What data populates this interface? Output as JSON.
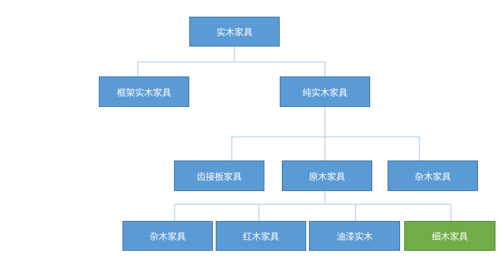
{
  "nodes": {
    "root": {
      "label": "实木家具"
    },
    "frame": {
      "label": "框架实木家具"
    },
    "pure": {
      "label": "纯实木家具"
    },
    "finger_joint": {
      "label": "齿接板家具"
    },
    "log": {
      "label": "原木家具"
    },
    "mixed_wood_top": {
      "label": "杂木家具"
    },
    "mixed_wood": {
      "label": "杂木家具"
    },
    "rosewood": {
      "label": "红木家具"
    },
    "lacquer": {
      "label": "油漆实木"
    },
    "fine_wood": {
      "label": "细木家具"
    }
  },
  "colors": {
    "node_fill": "#5b9bd5",
    "highlight_fill": "#70ad47",
    "connector": "#9dc3e6"
  }
}
